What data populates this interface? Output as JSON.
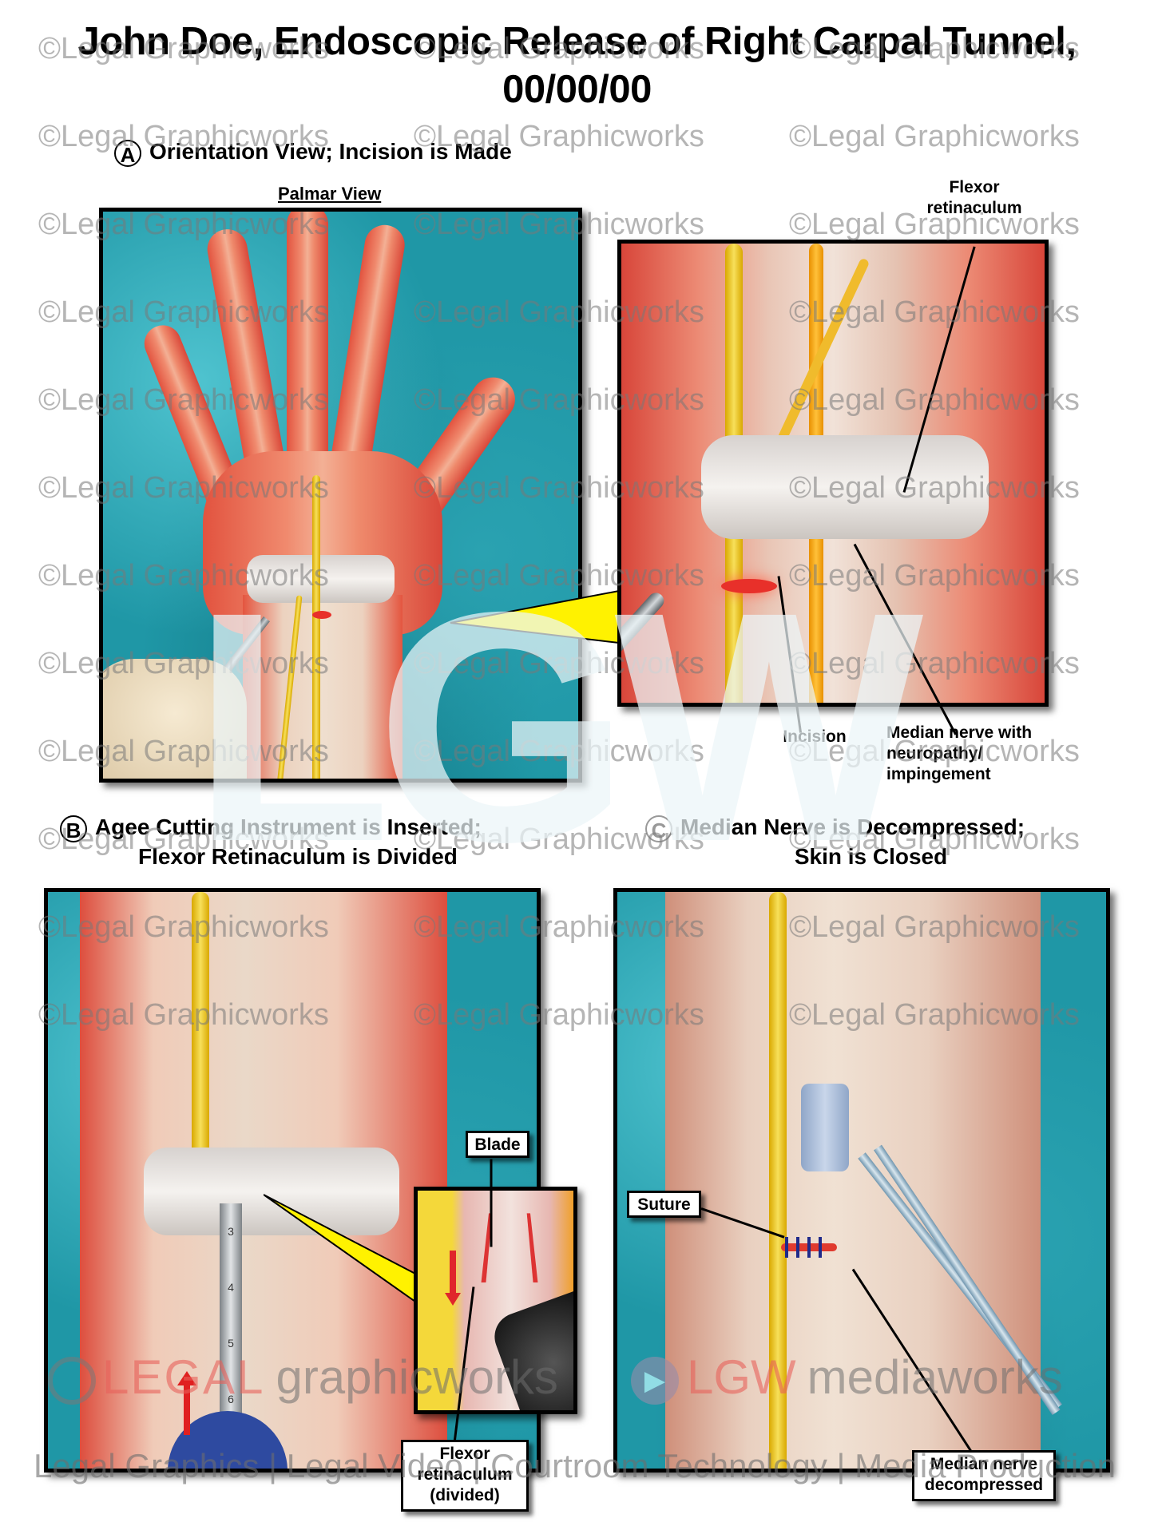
{
  "header": {
    "title_line1": "John Doe, Endoscopic Release of Right Carpal Tunnel,",
    "title_line2": "00/00/00"
  },
  "sections": {
    "a": {
      "letter": "A",
      "heading": "Orientation View; Incision is Made",
      "sublabel": "Palmar View",
      "callouts": {
        "flexor_retinaculum": "Flexor retinaculum",
        "incision": "Incision",
        "median_nerve": "Median nerve with neuropathy/ impingement"
      }
    },
    "b": {
      "letter": "B",
      "heading_line1": "Agee Cutting Instrument is Inserted;",
      "heading_line2": "Flexor Retinaculum is Divided",
      "callouts": {
        "blade": "Blade",
        "flexor_retinaculum_divided_l1": "Flexor",
        "flexor_retinaculum_divided_l2": "retinaculum",
        "flexor_retinaculum_divided_l3": "(divided)"
      },
      "instrument_ticks": [
        "3",
        "4",
        "5",
        "6"
      ]
    },
    "c": {
      "letter": "C",
      "heading_line1": "Median Nerve is Decompressed;",
      "heading_line2": "Skin is Closed",
      "callouts": {
        "suture": "Suture",
        "median_nerve_decompressed_l1": "Median nerve",
        "median_nerve_decompressed_l2": "decompressed"
      }
    }
  },
  "watermarks": {
    "repeat_text": "©Legal Graphicworks",
    "big_logo": "LGW",
    "brand_left_bold": "LEGAL",
    "brand_left_light": "graphicworks",
    "brand_right_bold": "LGW",
    "brand_right_light": "mediaworks",
    "footer_line": "Legal Graphics | Legal Video | Courtroom Technology | Media Production"
  },
  "colors": {
    "drape": "#1f97a6",
    "nerve": "#f2d23a",
    "callout_pointer": "#fff200",
    "brand_red": "#e8605a",
    "border": "#000000"
  }
}
